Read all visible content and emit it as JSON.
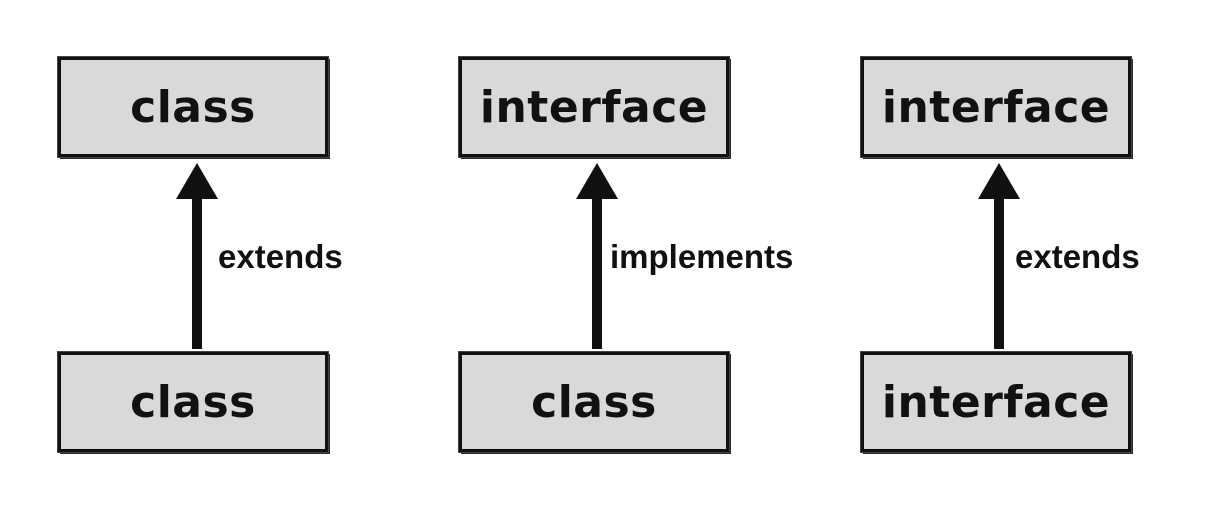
{
  "diagrams": [
    {
      "parent": "class",
      "child": "class",
      "relation": "extends"
    },
    {
      "parent": "interface",
      "child": "class",
      "relation": "implements"
    },
    {
      "parent": "interface",
      "child": "interface",
      "relation": "extends"
    }
  ],
  "colors": {
    "box_fill": "#d9d9d9",
    "stroke": "#111111",
    "background": "#ffffff"
  }
}
